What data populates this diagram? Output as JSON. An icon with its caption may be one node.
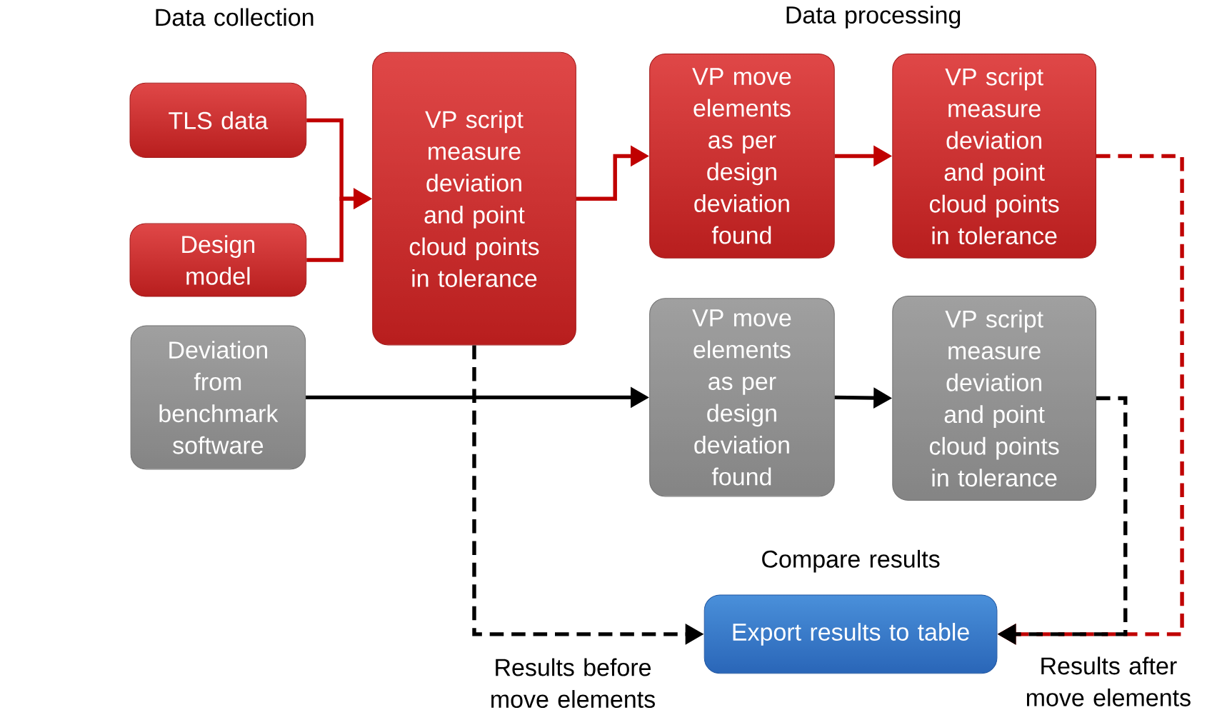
{
  "diagram": {
    "nodes": [
      {
        "text": [
          "TLS data"
        ]
      },
      {
        "text": [
          "Design model"
        ]
      },
      {
        "text": [
          "Deviation from benchmark software"
        ]
      },
      {
        "text": [
          "VP script measure deviation and point cloud points in tolerance"
        ]
      },
      {
        "text": [
          "VP move elements as per design deviation found"
        ]
      },
      {
        "text": [
          "VP script measure deviation and point cloud points in tolerance"
        ]
      },
      {
        "text": [
          "VP move elements as per design deviation found"
        ]
      },
      {
        "text": [
          "VP script measure deviation and point cloud points in tolerance"
        ]
      },
      {
        "text": [
          "Export results to table"
        ]
      }
    ],
    "edges": [
      {
        "from": 0,
        "to": 3,
        "arrow": "to"
      },
      {
        "from": 1,
        "to": 3,
        "arrow": "to"
      },
      {
        "from": 3,
        "to": 4,
        "arrow": "to"
      },
      {
        "from": 4,
        "to": 5,
        "arrow": "to"
      },
      {
        "from": 5,
        "to": 8,
        "arrow": "to",
        "style": "dashed"
      },
      {
        "from": 2,
        "to": 6,
        "arrow": "to",
        "color": "#000000"
      },
      {
        "from": 6,
        "to": 7,
        "arrow": "to",
        "color": "#000000"
      },
      {
        "from": 7,
        "to": 8,
        "arrow": "to",
        "style": "dashed",
        "color": "#000000"
      },
      {
        "from": 3,
        "to": 8,
        "arrow": "to",
        "style": "dashed",
        "color": "#000000"
      }
    ],
    "labels": [
      "Data collection",
      "Data processing",
      "Compare results",
      "Results before move elements",
      "Results after move elements"
    ]
  }
}
